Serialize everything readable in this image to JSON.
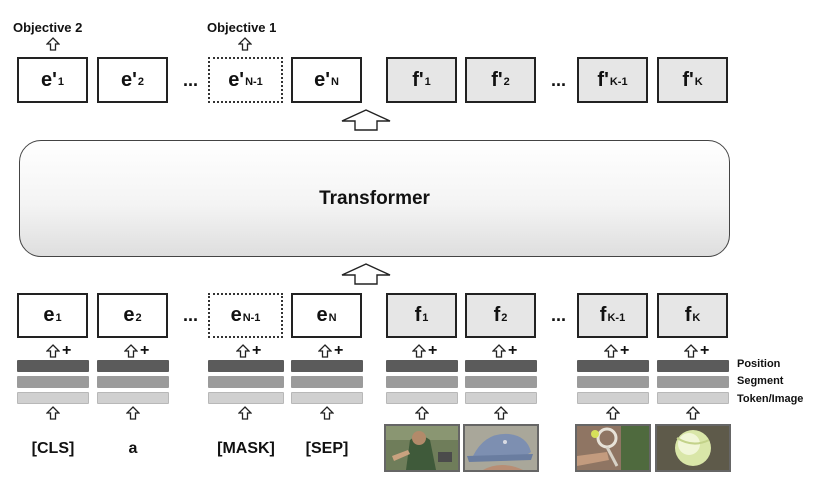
{
  "objectives": {
    "obj2": "Objective 2",
    "obj1": "Objective 1"
  },
  "output_row": [
    {
      "main": "e'",
      "sub": "1"
    },
    {
      "main": "e'",
      "sub": "2"
    },
    {
      "main": "e'",
      "sub": "N-1"
    },
    {
      "main": "e'",
      "sub": "N"
    },
    {
      "main": "f'",
      "sub": "1"
    },
    {
      "main": "f'",
      "sub": "2"
    },
    {
      "main": "f'",
      "sub": "K-1"
    },
    {
      "main": "f'",
      "sub": "K"
    }
  ],
  "ellipsis": "...",
  "transformer_label": "Transformer",
  "input_row": [
    {
      "main": "e",
      "sub": "1"
    },
    {
      "main": "e",
      "sub": "2"
    },
    {
      "main": "e",
      "sub": "N-1"
    },
    {
      "main": "e",
      "sub": "N"
    },
    {
      "main": "f",
      "sub": "1"
    },
    {
      "main": "f",
      "sub": "2"
    },
    {
      "main": "f",
      "sub": "K-1"
    },
    {
      "main": "f",
      "sub": "K"
    }
  ],
  "plus": "+",
  "legend": {
    "position": "Position",
    "segment": "Segment",
    "token": "Token/Image"
  },
  "tokens": [
    "[CLS]",
    "a",
    "[MASK]",
    "[SEP]"
  ]
}
